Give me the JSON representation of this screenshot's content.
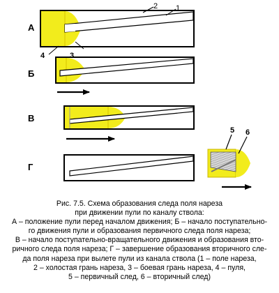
{
  "figure": {
    "row_labels": [
      "А",
      "Б",
      "В",
      "Г"
    ],
    "callouts": [
      "1",
      "2",
      "3",
      "4",
      "5",
      "6"
    ],
    "colors": {
      "bullet": "#f2ec1c",
      "bullet_edge": "#c8b400",
      "outline": "#000000",
      "trace_hatch": "#8c8c8c"
    },
    "icons": [
      "arrow-right-icon"
    ]
  },
  "caption": {
    "title_line1": "Рис. 7.5. Схема образования следа поля нареза",
    "title_line2": "при движении пули по каналу ствола:",
    "body_lines": [
      "А – положение пули перед началом движения; Б – начало поступательно-",
      "го движения пули и образования первичного следа поля нареза;",
      "В – начало поступательно-вращательного движения и образования вто-",
      "ричного следа поля нареза; Г – завершение образования вторичного сле-",
      "да поля нареза при вылете пули из канала ствола (1 – поле нареза,",
      "2 – холостая грань нареза, 3 – боевая грань нареза, 4 – пуля,",
      "5 – первичный след, 6 – вторичный след)"
    ]
  }
}
